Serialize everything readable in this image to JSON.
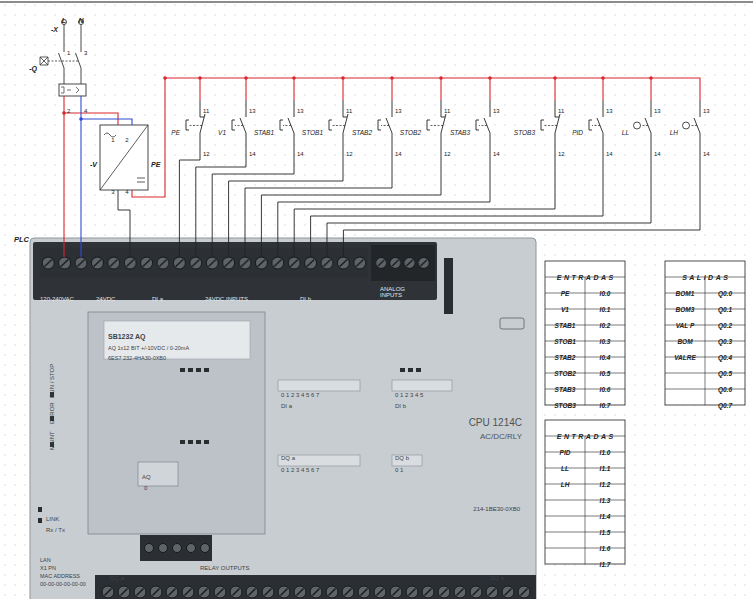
{
  "diagram": {
    "labels": [
      "-X",
      "L",
      "N",
      "-Q",
      "1",
      "3",
      "2",
      "4",
      "-V",
      "1",
      "2",
      "3",
      "4",
      "PE",
      "PLC",
      "PE",
      "11",
      "12",
      "V1",
      "13",
      "14",
      "STAB1",
      "13",
      "14",
      "STOB1",
      "11",
      "12",
      "STAB2",
      "13",
      "14",
      "STOB2",
      "11",
      "12",
      "STAB3",
      "13",
      "14",
      "STOB3",
      "11",
      "12",
      "PID",
      "13",
      "14",
      "LL",
      "13",
      "14",
      "LH",
      "13",
      "14",
      "120-240VAC",
      "24VDC",
      "DI a",
      "24VDC INPUTS",
      "DI b",
      "ANALOG INPUTS",
      "SB1232 AQ",
      "AQ 1x12 BIT +/-10VDC / 0-20mA",
      "6ES7 232-4HA30-0XB0",
      "RUN / STOP",
      "ERROR",
      "MAINT",
      "0 1 2 3 4 5 6 7",
      "DI a",
      "0 1 2 3 4 5",
      "DI b",
      "DQ a",
      "0 1 2 3 4 5 6 7",
      "DQ b",
      "0 1",
      "CPU 1214C",
      "AC/DC/RLY",
      "214-1BE30-0XB0",
      "AQ",
      "0",
      "LINK",
      "Rx / Tx",
      "RELAY OUTPUTS",
      "DQ a",
      "DQ b",
      "LAN",
      "X1 PN",
      "MAC ADDRESS",
      "00-00-00-00-00-00",
      "ENTRADAS",
      "PE",
      "I0.0",
      "V1",
      "I0.1",
      "STAB1",
      "I0.2",
      "STOB1",
      "I0.3",
      "STAB2",
      "I0.4",
      "STOB2",
      "I0.5",
      "STAB3",
      "I0.6",
      "STOB3",
      "I0.7",
      "SALIDAS",
      "BOM1",
      "Q0.0",
      "BOM3",
      "Q0.1",
      "VAL P",
      "Q0.2",
      "BOM",
      "Q0.3",
      "VALRE",
      "Q0.4",
      "Q0.5",
      "Q0.6",
      "Q0.7",
      "ENTRADAS",
      "PID",
      "I1.0",
      "LL",
      "I1.1",
      "LH",
      "I1.2",
      "I1.3",
      "I1.4",
      "I1.5",
      "I1.6",
      "I1.7"
    ]
  }
}
